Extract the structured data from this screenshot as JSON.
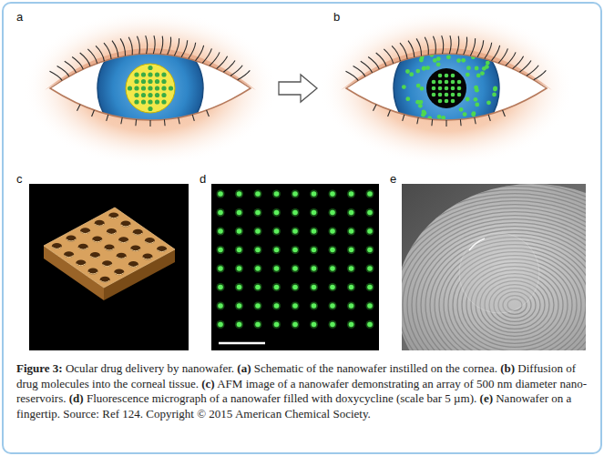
{
  "diagram": {
    "caption": "Figure 3: Ocular drug delivery by nanowafer. (a) Schematic of the nanowafer instilled on the cornea. (b) Diffusion of drug molecules into the corneal tissue. (c) AFM image of a nanowafer demonstrating an array of 500 nm diameter nano-reservoirs. (d) Fluorescence micrograph of a nanowafer filled with doxycycline (scale bar 5 µm). (e) Nanowafer on a fingertip. Source: Ref 124. Copyright © 2015 American Chemical Society.",
    "labels": [
      "a",
      "b",
      "c",
      "d",
      "e"
    ]
  }
}
